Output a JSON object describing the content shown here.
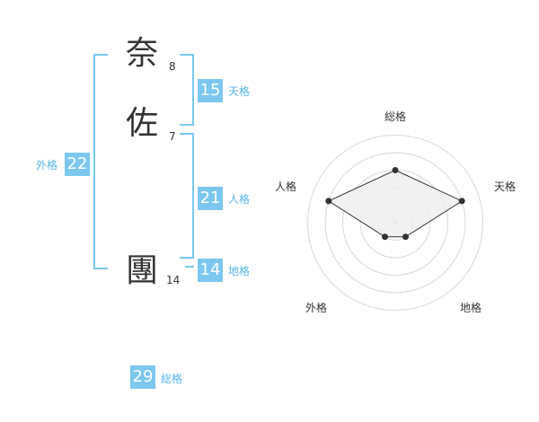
{
  "name": {
    "chars": [
      {
        "char": "奈",
        "strokes": "8"
      },
      {
        "char": "佐",
        "strokes": "7"
      },
      {
        "char": "團",
        "strokes": "14"
      }
    ]
  },
  "fortunes": {
    "tenkaku": {
      "value": "15",
      "label": "天格"
    },
    "jinkaku": {
      "value": "21",
      "label": "人格"
    },
    "chikaku": {
      "value": "14",
      "label": "地格"
    },
    "gaikaku": {
      "value": "22",
      "label": "外格"
    },
    "soukaku": {
      "value": "29",
      "label": "総格"
    }
  },
  "colors": {
    "accent": "#7cc7f0",
    "label": "#5ab4ec",
    "text": "#333333"
  },
  "chart_data": {
    "type": "radar",
    "axes": [
      "総格",
      "天格",
      "地格",
      "外格",
      "人格"
    ],
    "values": [
      3,
      4,
      1,
      1,
      4
    ],
    "max": 5
  }
}
